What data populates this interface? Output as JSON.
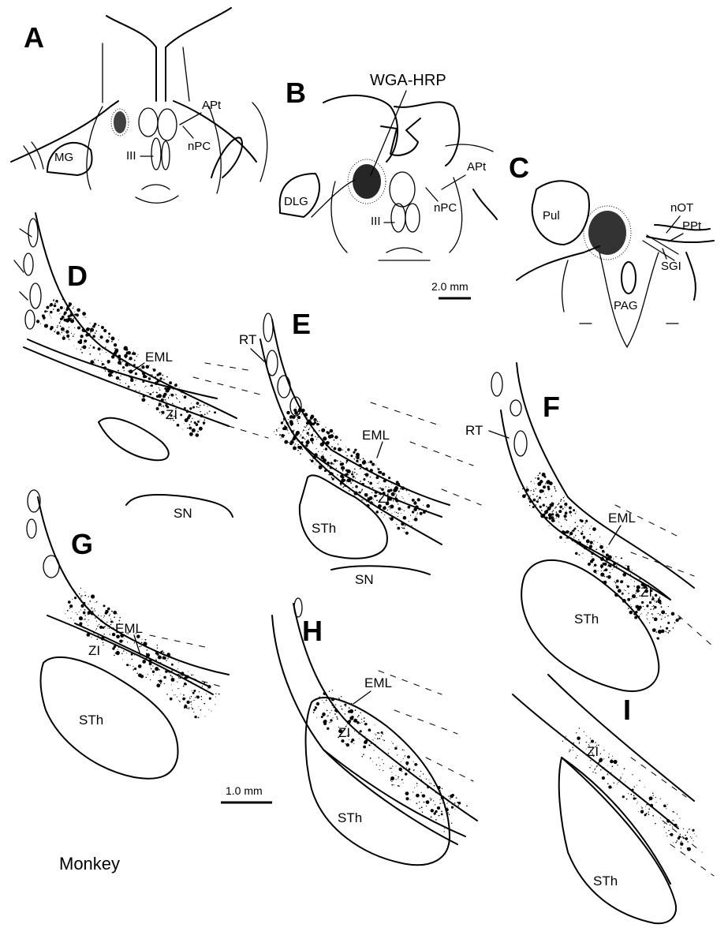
{
  "panels": {
    "A": {
      "letter": "A",
      "labels": {
        "mg": "MG",
        "apt": "APt",
        "npc": "nPC",
        "iii": "III"
      }
    },
    "B": {
      "letter": "B",
      "labels": {
        "injection": "WGA-HRP",
        "dlg": "DLG",
        "apt": "APt",
        "npc": "nPC",
        "iii": "III"
      }
    },
    "C": {
      "letter": "C",
      "labels": {
        "pul": "Pul",
        "not": "nOT",
        "ppt": "PPt",
        "sgi": "SGI",
        "pag": "PAG"
      }
    },
    "D": {
      "letter": "D",
      "labels": {
        "eml": "EML",
        "zi": "ZI",
        "sn": "SN"
      }
    },
    "E": {
      "letter": "E",
      "labels": {
        "rt": "RT",
        "eml": "EML",
        "zi": "ZI",
        "sth": "STh",
        "sn": "SN"
      }
    },
    "F": {
      "letter": "F",
      "labels": {
        "rt": "RT",
        "eml": "EML",
        "zi": "ZI",
        "sth": "STh"
      }
    },
    "G": {
      "letter": "G",
      "labels": {
        "eml": "EML",
        "zi": "ZI",
        "sth": "STh"
      }
    },
    "H": {
      "letter": "H",
      "labels": {
        "eml": "EML",
        "zi": "ZI",
        "sth": "STh"
      }
    },
    "I": {
      "letter": "I",
      "labels": {
        "zi": "ZI",
        "sth": "STh"
      }
    }
  },
  "scale_bars": {
    "top": "2.0 mm",
    "bottom": "1.0 mm"
  },
  "species": "Monkey"
}
